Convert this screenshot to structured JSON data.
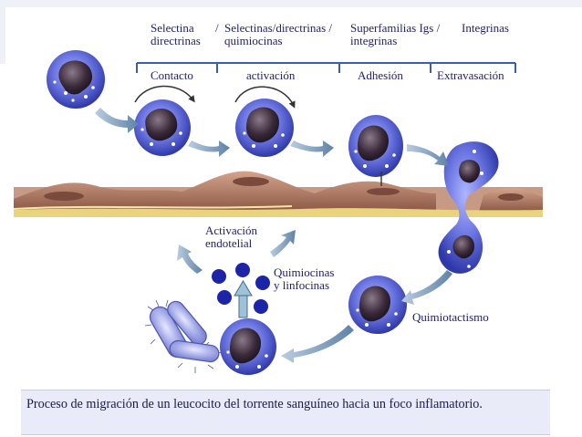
{
  "header": {
    "selectina": "Selectina",
    "directrinas": "directrinas",
    "sep1": "/",
    "selectinas_directrinas": "Selectinas/directrinas /",
    "quimiocinas_top": "quimiocinas",
    "superfamilias": "Superfamilias Igs /",
    "integrinas_sub": "integrinas",
    "integrinas": "Integrinas"
  },
  "phases": {
    "contacto": "Contacto",
    "activacion": "activación",
    "adhesion": "Adhesión",
    "extravasacion": "Extravasación"
  },
  "labels": {
    "activacion_line1": "Activación",
    "activacion_line2": "endotelial",
    "quimiocinas_line1": "Quimiocinas",
    "quimiocinas_line2": "y  linfocinas",
    "quimiotactismo": "Quimiotactismo"
  },
  "caption": "Proceso de migración de un leucocito del torrente sanguíneo hacia un foco inflamatorio.",
  "colors": {
    "cell_body": "#4b56c8",
    "cell_nucleus": "#3a2a3a",
    "endothelium": "#b27a62",
    "membrane": "#e9d37c",
    "arrow": "#8aa6c4",
    "text": "#1f1f6b"
  }
}
